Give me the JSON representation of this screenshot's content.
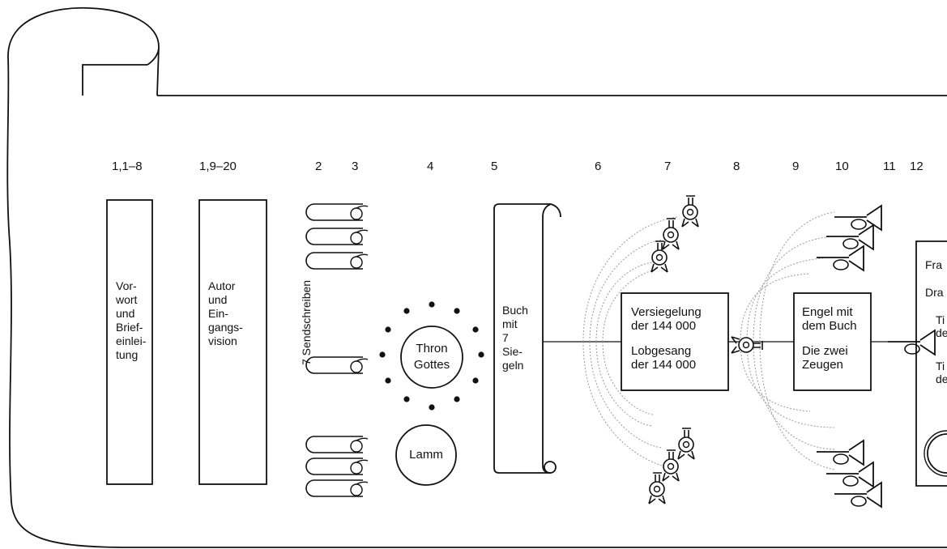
{
  "chapters": {
    "c1": "1,1–8",
    "c2": "1,9–20",
    "c3": "2",
    "c4": "3",
    "c5": "4",
    "c6": "5",
    "c7": "6",
    "c8": "7",
    "c9": "8",
    "c10": "9",
    "c11": "10",
    "c12": "11",
    "c13": "12"
  },
  "boxes": {
    "vorwort": [
      "Vor-",
      "wort",
      "und",
      "Brief-",
      "einlei-",
      "tung"
    ],
    "autor": [
      "Autor",
      "und",
      "Ein-",
      "gangs-",
      "vision"
    ],
    "buch": [
      "Buch",
      "mit",
      "7",
      "Sie-",
      "geln"
    ],
    "versiegelung": [
      "Versiegelung",
      "der 144 000",
      "",
      "Lobgesang",
      "der 144 000"
    ],
    "engel": [
      "Engel mit",
      "dem Buch",
      "",
      "Die zwei",
      "Zeugen"
    ],
    "cut": [
      "Fra",
      "Dra",
      "Ti",
      "de",
      "Ti",
      "de"
    ]
  },
  "sendschreiben_label": "7 Sendschreiben",
  "throne": [
    "Thron",
    "Gottes"
  ],
  "lamb": "Lamm",
  "colors": {
    "ink": "#111111",
    "faint": "#9a9a9a",
    "background": "#ffffff"
  },
  "icons": [
    "seal-icon",
    "trumpet-icon",
    "scroll-icon"
  ]
}
